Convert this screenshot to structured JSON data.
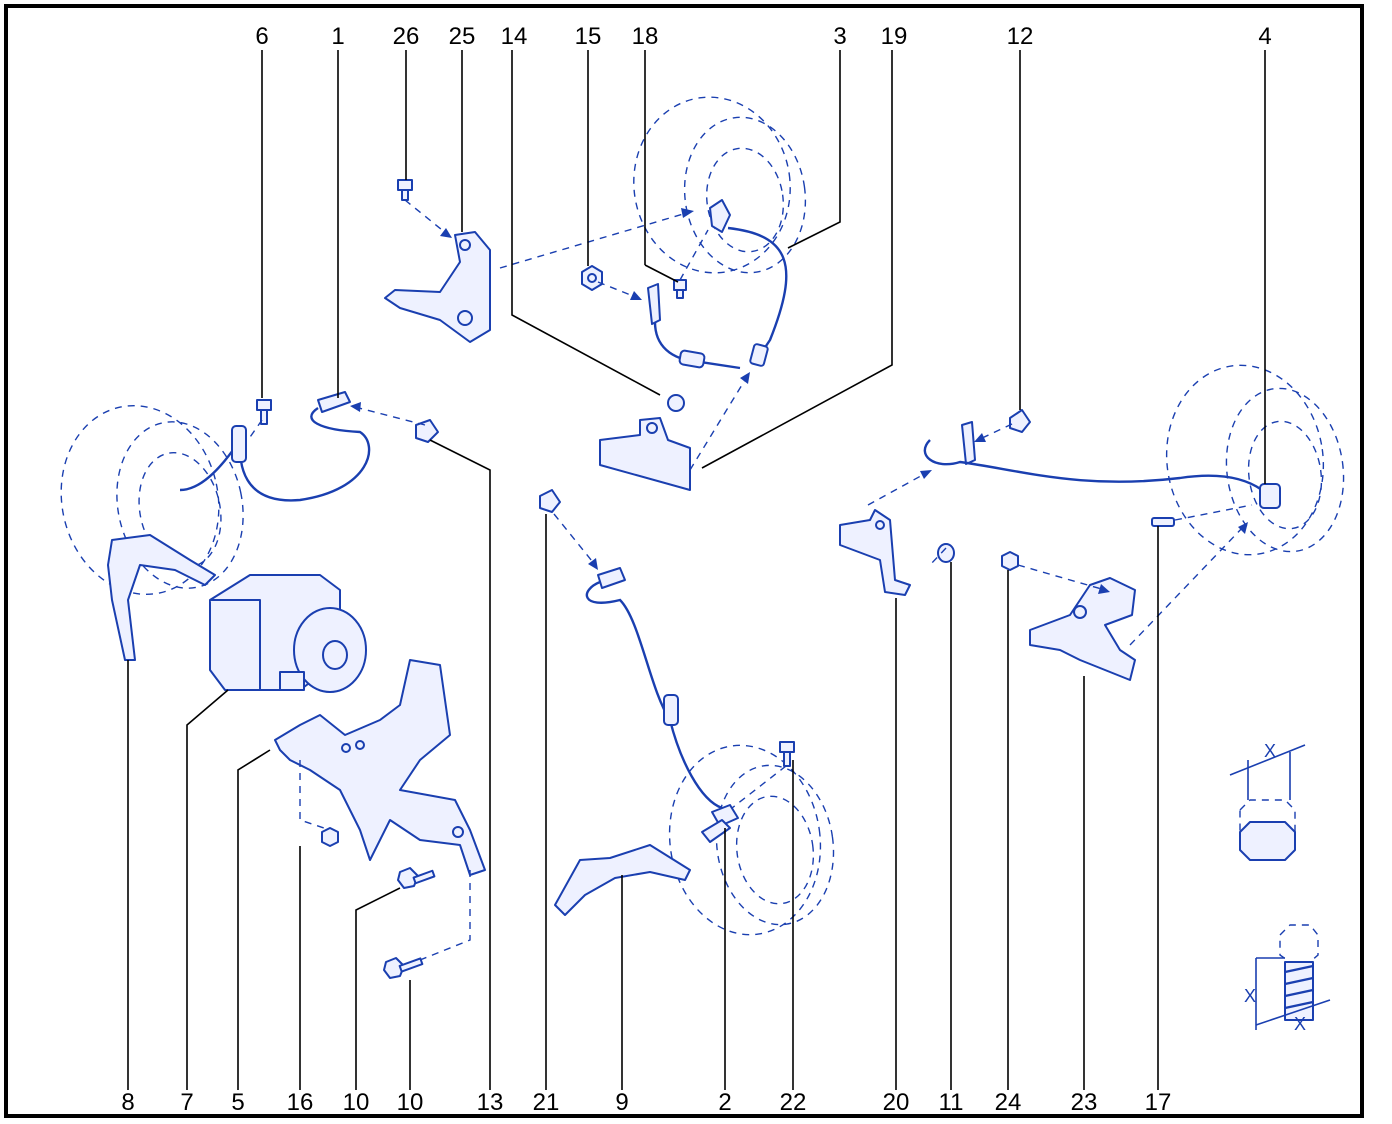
{
  "colors": {
    "line": "#1a3fb0",
    "label": "#000000",
    "frame": "#000000"
  },
  "callouts_top": [
    "6",
    "1",
    "26",
    "25",
    "14",
    "15",
    "18",
    "3",
    "19",
    "12",
    "4"
  ],
  "callouts_bottom": [
    "8",
    "7",
    "5",
    "16",
    "10",
    "10",
    "13",
    "21",
    "9",
    "2",
    "22",
    "20",
    "11",
    "24",
    "23",
    "17"
  ],
  "detail_labels": {
    "nut_dim": "X",
    "bolt_dim_a": "X",
    "bolt_dim_b": "X"
  }
}
